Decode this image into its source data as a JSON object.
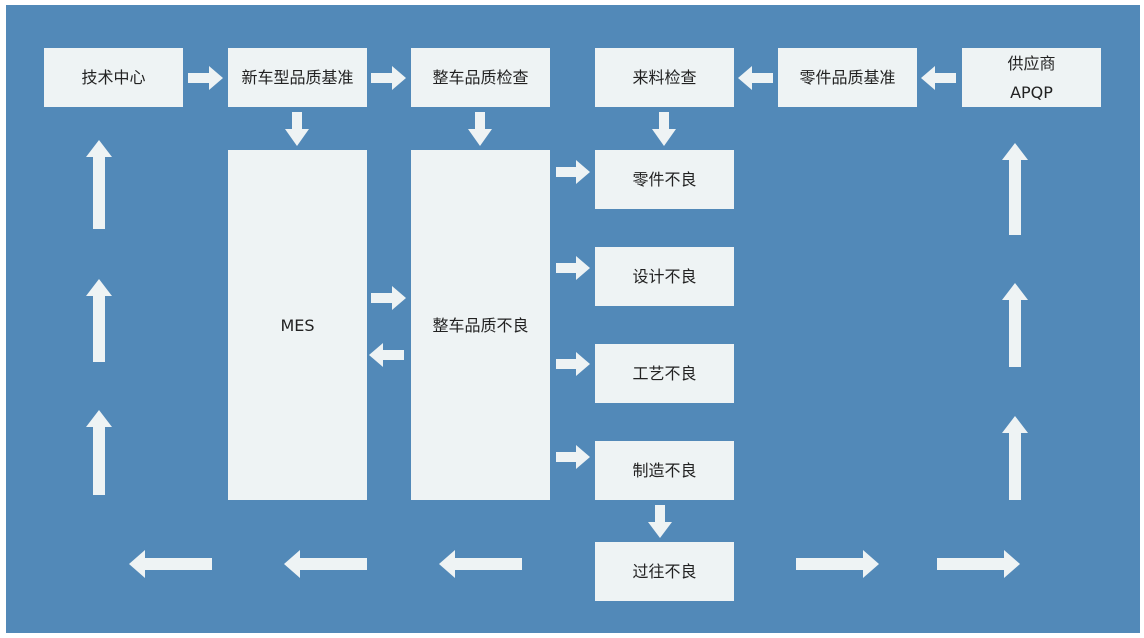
{
  "diagram": {
    "background_color": "#5289b8",
    "box_color": "#eef3f4",
    "boxes": {
      "tech_center": "技术中心",
      "new_model_standard": "新车型品质基准",
      "vehicle_inspection": "整车品质检查",
      "incoming_inspection": "来料检查",
      "parts_standard": "零件品质基准",
      "supplier_apqp": "供应商\nAPQP",
      "mes": "MES",
      "vehicle_defect": "整车品质不良",
      "parts_defect": "零件不良",
      "design_defect": "设计不良",
      "process_defect": "工艺不良",
      "manufacturing_defect": "制造不良",
      "in_transit_defect": "过往不良"
    }
  }
}
